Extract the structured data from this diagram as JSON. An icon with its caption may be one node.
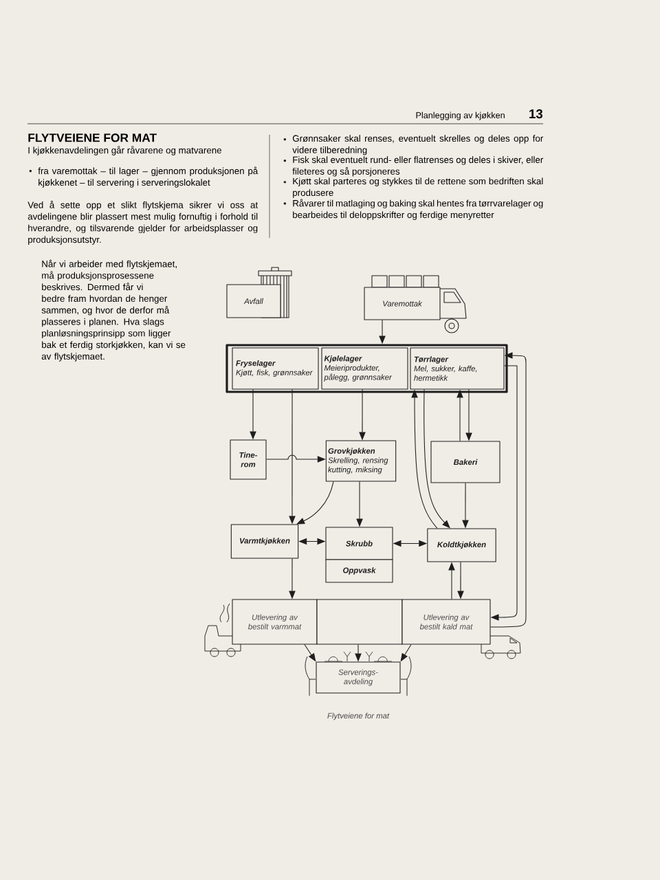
{
  "diagram": {
    "title": "FLYTVEIENE FOR MAT",
    "caption": "Flytveiene for mat",
    "nodes": [
      {
        "text": [
          "Avfall"
        ]
      },
      {
        "text": [
          "Varemottak"
        ]
      },
      {
        "text": [],
        "shape": "box"
      },
      {
        "text": [
          "Fryselager",
          "Kjøtt, fisk, grønnsaker"
        ],
        "in": 2
      },
      {
        "text": [
          "Kjølelager",
          "Meieriprodukter, pålegg, grønnsaker"
        ],
        "in": 2
      },
      {
        "text": [
          "Tørrlager",
          "Mel, sukker, kaffe, hermetikk"
        ],
        "in": 2
      },
      {
        "text": [
          "Tine- rom"
        ]
      },
      {
        "text": [
          "Grovkjøkken",
          "Skrelling, rensing kutting, miksing"
        ]
      },
      {
        "text": [
          "Bakeri"
        ]
      },
      {
        "text": [
          "Varmtkjøkken"
        ]
      },
      {
        "text": [
          "Skrubb"
        ]
      },
      {
        "text": [
          "Oppvask"
        ]
      },
      {
        "text": [
          "Koldtkjøkken"
        ]
      },
      {
        "text": [
          "Utlevering av bestilt varmmat"
        ]
      },
      {
        "text": [],
        "shape": "box"
      },
      {
        "text": [
          "Utlevering av bestilt kald mat"
        ]
      },
      {
        "text": [
          "Serverings- avdeling"
        ]
      }
    ],
    "edges": [
      {
        "from": 1,
        "to": 2,
        "arrow": "to"
      },
      {
        "from": 3,
        "to": 6,
        "arrow": "to"
      },
      {
        "from": 3,
        "to": 9,
        "arrow": "to"
      },
      {
        "from": 4,
        "to": 7,
        "arrow": "to"
      },
      {
        "from": 6,
        "to": 7,
        "arrow": "to"
      },
      {
        "from": 7,
        "to": 9,
        "arrow": "to"
      },
      {
        "from": 7,
        "to": 10,
        "arrow": "to"
      },
      {
        "from": 5,
        "to": 8,
        "arrow": "to"
      },
      {
        "from": 8,
        "to": 5,
        "arrow": "to"
      },
      {
        "from": 12,
        "to": 5,
        "arrow": "to"
      },
      {
        "from": 5,
        "to": 12,
        "arrow": "to"
      },
      {
        "from": 8,
        "to": 12,
        "arrow": "to"
      },
      {
        "from": 9,
        "to": 10,
        "arrow": "both"
      },
      {
        "from": 10,
        "to": 12,
        "arrow": "both"
      },
      {
        "from": 9,
        "to": 13,
        "arrow": "to"
      },
      {
        "from": 15,
        "to": 12,
        "arrow": "to"
      },
      {
        "from": 12,
        "to": 15,
        "arrow": "to"
      },
      {
        "from": 5,
        "to": 15,
        "arrow": "to"
      },
      {
        "from": 15,
        "to": 5,
        "arrow": "to"
      },
      {
        "from": 13,
        "to": 16,
        "arrow": "to"
      },
      {
        "from": 14,
        "to": 16,
        "arrow": "to"
      },
      {
        "from": 15,
        "to": 16,
        "arrow": "to"
      }
    ],
    "labels": [
      "Planlegging av kjøkken",
      "13",
      "I kjøkkenavdelingen går råvarene og matvarene",
      "fra varemottak – til lager – gjennom produksjonen på kjøkkenet – til servering i serveringslokalet",
      "Ved å sette opp et slikt flytskjema sikrer vi oss at avdelingene blir plassert mest mulig fornuftig i forhold til hverandre, og tilsvarende gjelder for arbeidsplasser og produksjonsutstyr.",
      "Når vi arbeider med flytskjemaet, må produksjonsprosessene beskrives. Dermed får vi bedre fram hvordan de henger sammen, og hvor de derfor må plasseres i planen. Hva slags planløsningsprinsipp som ligger bak et ferdig storkjøkken, kan vi se av flytskjemaet.",
      "Grønnsaker skal renses, eventuelt skrelles og deles opp for videre tilberedning",
      "Fisk skal eventuelt rund- eller flatrenses og deles i skiver, eller fileteres og så porsjoneres",
      "Kjøtt skal parteres og stykkes til de rettene som bedriften skal produsere",
      "Råvarer til matlaging og baking skal hentes fra tørrvarelager og bearbeides til deloppskrifter og ferdige menyretter"
    ]
  }
}
